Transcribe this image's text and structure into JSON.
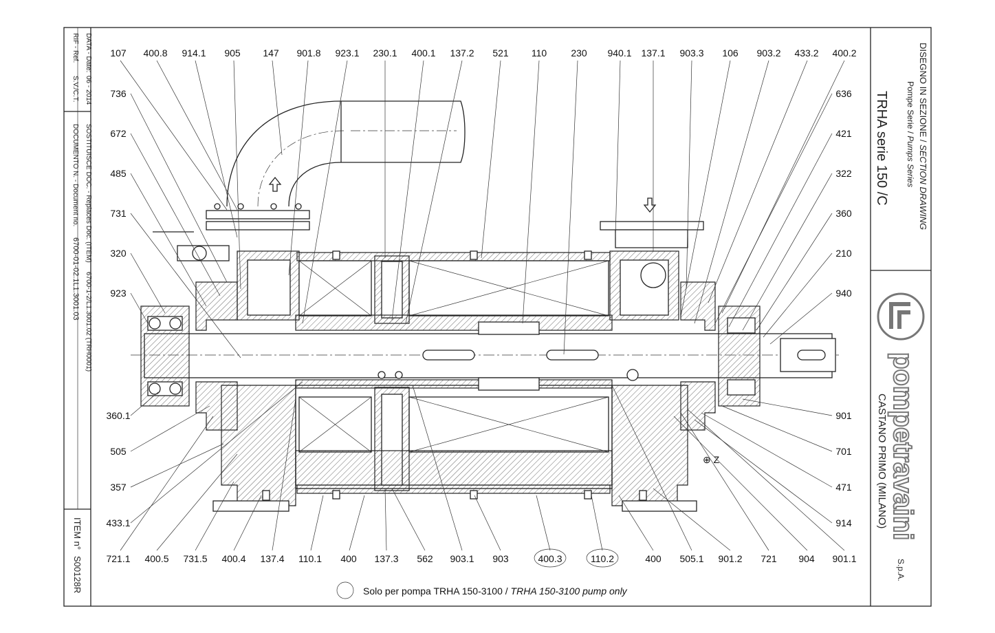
{
  "left_strip": {
    "rif_label": "RIF - Ref.",
    "rif_value": "S.V./C.T.",
    "data_label": "DATA - Date:",
    "data_value": "06 - 2014",
    "documento_label": "DOCUMENTO N. - Document no.",
    "documento_value": "6700-01-02.1L1.3001.03",
    "sostituisce_label": "SOSTITUISCE DOC. - Replaces Doc. (ITEM)",
    "sostituisce_value": "6700-1-2/L1.3001.02 (TRH0001)",
    "item_label": "ITEM n°",
    "item_value": "S00128R"
  },
  "title_block": {
    "heading_it": "DISEGNO IN SEZIONE /",
    "heading_en": "SECTION DRAWING",
    "series_it": "Pompe Serie /",
    "series_en": "Pumps Series",
    "model": "TRHA serie 150 /C",
    "brand": "pompetravaini",
    "brand_suffix": "S.p.A.",
    "city": "CASTANO PRIMO  (MILANO)"
  },
  "callouts": {
    "top": [
      "107",
      "400.8",
      "914.1",
      "905",
      "147",
      "901.8",
      "923.1",
      "230.1",
      "400.1",
      "137.2",
      "521",
      "110",
      "230",
      "940.1",
      "137.1",
      "903.3",
      "106",
      "903.2",
      "433.2",
      "400.2"
    ],
    "left": [
      "736",
      "672",
      "485",
      "731",
      "320",
      "923",
      "360.1",
      "505",
      "357",
      "433.1"
    ],
    "right": [
      "636",
      "421",
      "322",
      "360",
      "210",
      "940",
      "901",
      "701",
      "471",
      "914"
    ],
    "bottom": [
      "721.1",
      "400.5",
      "731.5",
      "400.4",
      "137.4",
      "110.1",
      "400",
      "137.3",
      "562",
      "903.1",
      "903",
      "400.3",
      "110.2",
      "400",
      "505.1",
      "901.2",
      "721",
      "904",
      "901.1"
    ],
    "circled_bottom": [
      "400.3",
      "110.2"
    ]
  },
  "footnote": {
    "text_it": "Solo per pompa TRHA 150-3100",
    "separator": "/",
    "text_en": "TRHA 150-3100 pump only"
  },
  "marks": {
    "z_label": "Z"
  }
}
